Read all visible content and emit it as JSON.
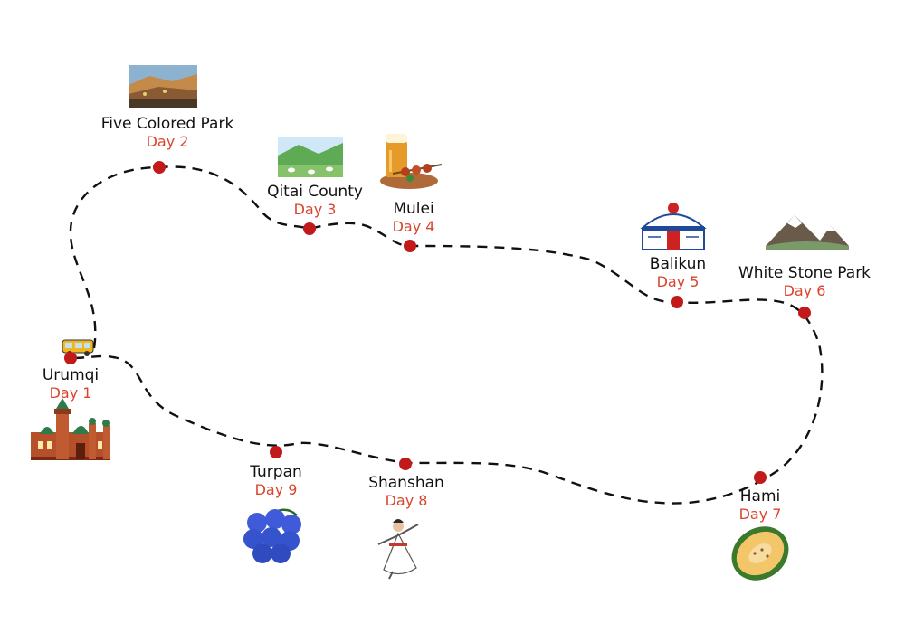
{
  "theme": {
    "route_color": "#111111",
    "dot_color": "#c21a1a",
    "day_color": "#d9452e"
  },
  "stops": [
    {
      "id": "urumqi",
      "name": "Urumqi",
      "day": "Day 1",
      "icon": "mosque-icon"
    },
    {
      "id": "five-colored-park",
      "name": "Five Colored Park",
      "day": "Day 2",
      "icon": "landscape-photo-icon"
    },
    {
      "id": "qitai-county",
      "name": "Qitai County",
      "day": "Day 3",
      "icon": "grassland-photo-icon"
    },
    {
      "id": "mulei",
      "name": "Mulei",
      "day": "Day 4",
      "icon": "beer-kebab-icon"
    },
    {
      "id": "balikun",
      "name": "Balikun",
      "day": "Day 5",
      "icon": "yurt-icon"
    },
    {
      "id": "white-stone-park",
      "name": "White Stone Park",
      "day": "Day 6",
      "icon": "mountain-icon"
    },
    {
      "id": "hami",
      "name": "Hami",
      "day": "Day 7",
      "icon": "hami-melon-icon"
    },
    {
      "id": "shanshan",
      "name": "Shanshan",
      "day": "Day 8",
      "icon": "dancer-icon"
    },
    {
      "id": "turpan",
      "name": "Turpan",
      "day": "Day 9",
      "icon": "grapes-icon"
    }
  ],
  "vehicle_icon": "van-icon"
}
